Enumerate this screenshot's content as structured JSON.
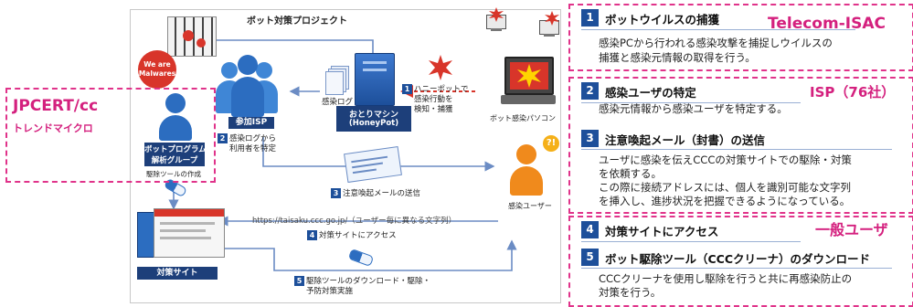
{
  "panel_title": "ボット対策プロジェクト",
  "nodes": {
    "malware_badge": "We are Malwares",
    "honeypot_line1": "おとりマシン",
    "honeypot_line2": "(HoneyPot)",
    "infection_log": "感染ログ",
    "isp_label": "参加ISP",
    "bot_group_line1": "ボットプログラム",
    "bot_group_line2": "解析グループ",
    "tool_creation": "駆除ツールの作成",
    "infected_pc": "ボット感染パソコン",
    "infected_user": "感染ユーザー",
    "countermeasure_site": "対策サイト"
  },
  "steps": [
    {
      "num": "1",
      "line1": "ハニーポットで",
      "line2": "感染行動を",
      "line3": "検知・捕獲"
    },
    {
      "num": "2",
      "line1": "感染ログから",
      "line2": "利用者を特定"
    },
    {
      "num": "3",
      "line1": "注意喚起メールの送信"
    },
    {
      "num": "4",
      "line1": "対策サイトにアクセス"
    },
    {
      "num": "5",
      "line1": "駆除ツールのダウンロード・駆除・",
      "line2": "予防対策実施"
    }
  ],
  "url_text": "https://taisaku.ccc.go.jp/（ユーザー毎に異なる文字列）",
  "orgs": {
    "jpcert": "JPCERT/cc",
    "trend": "トレンドマイクロ",
    "telecom": "Telecom-ISAC",
    "isp": "ISP（76社）",
    "general": "一般ユーザ"
  },
  "right_steps": [
    {
      "num": "1",
      "title": "ボットウイルスの捕獲",
      "desc1": "感染PCから行われる感染攻撃を捕捉しウイルスの",
      "desc2": "捕獲と感染元情報の取得を行う。"
    },
    {
      "num": "2",
      "title": "感染ユーザの特定",
      "desc1": "感染元情報から感染ユーザを特定する。"
    },
    {
      "num": "3",
      "title": "注意喚起メール（封書）の送信",
      "desc1": "ユーザに感染を伝えCCCの対策サイトでの駆除・対策",
      "desc2": "を依頼する。",
      "desc3": "この際に接続アドレスには、個人を識別可能な文字列",
      "desc4": "を挿入し、進捗状況を把握できるようになっている。"
    },
    {
      "num": "4",
      "title": "対策サイトにアクセス"
    },
    {
      "num": "5",
      "title": "ボット駆除ツール（CCCクリーナ）のダウンロード",
      "desc1": "CCCクリーナを使用し駆除を行うと共に再感染防止の",
      "desc2": "対策を行う。"
    }
  ]
}
